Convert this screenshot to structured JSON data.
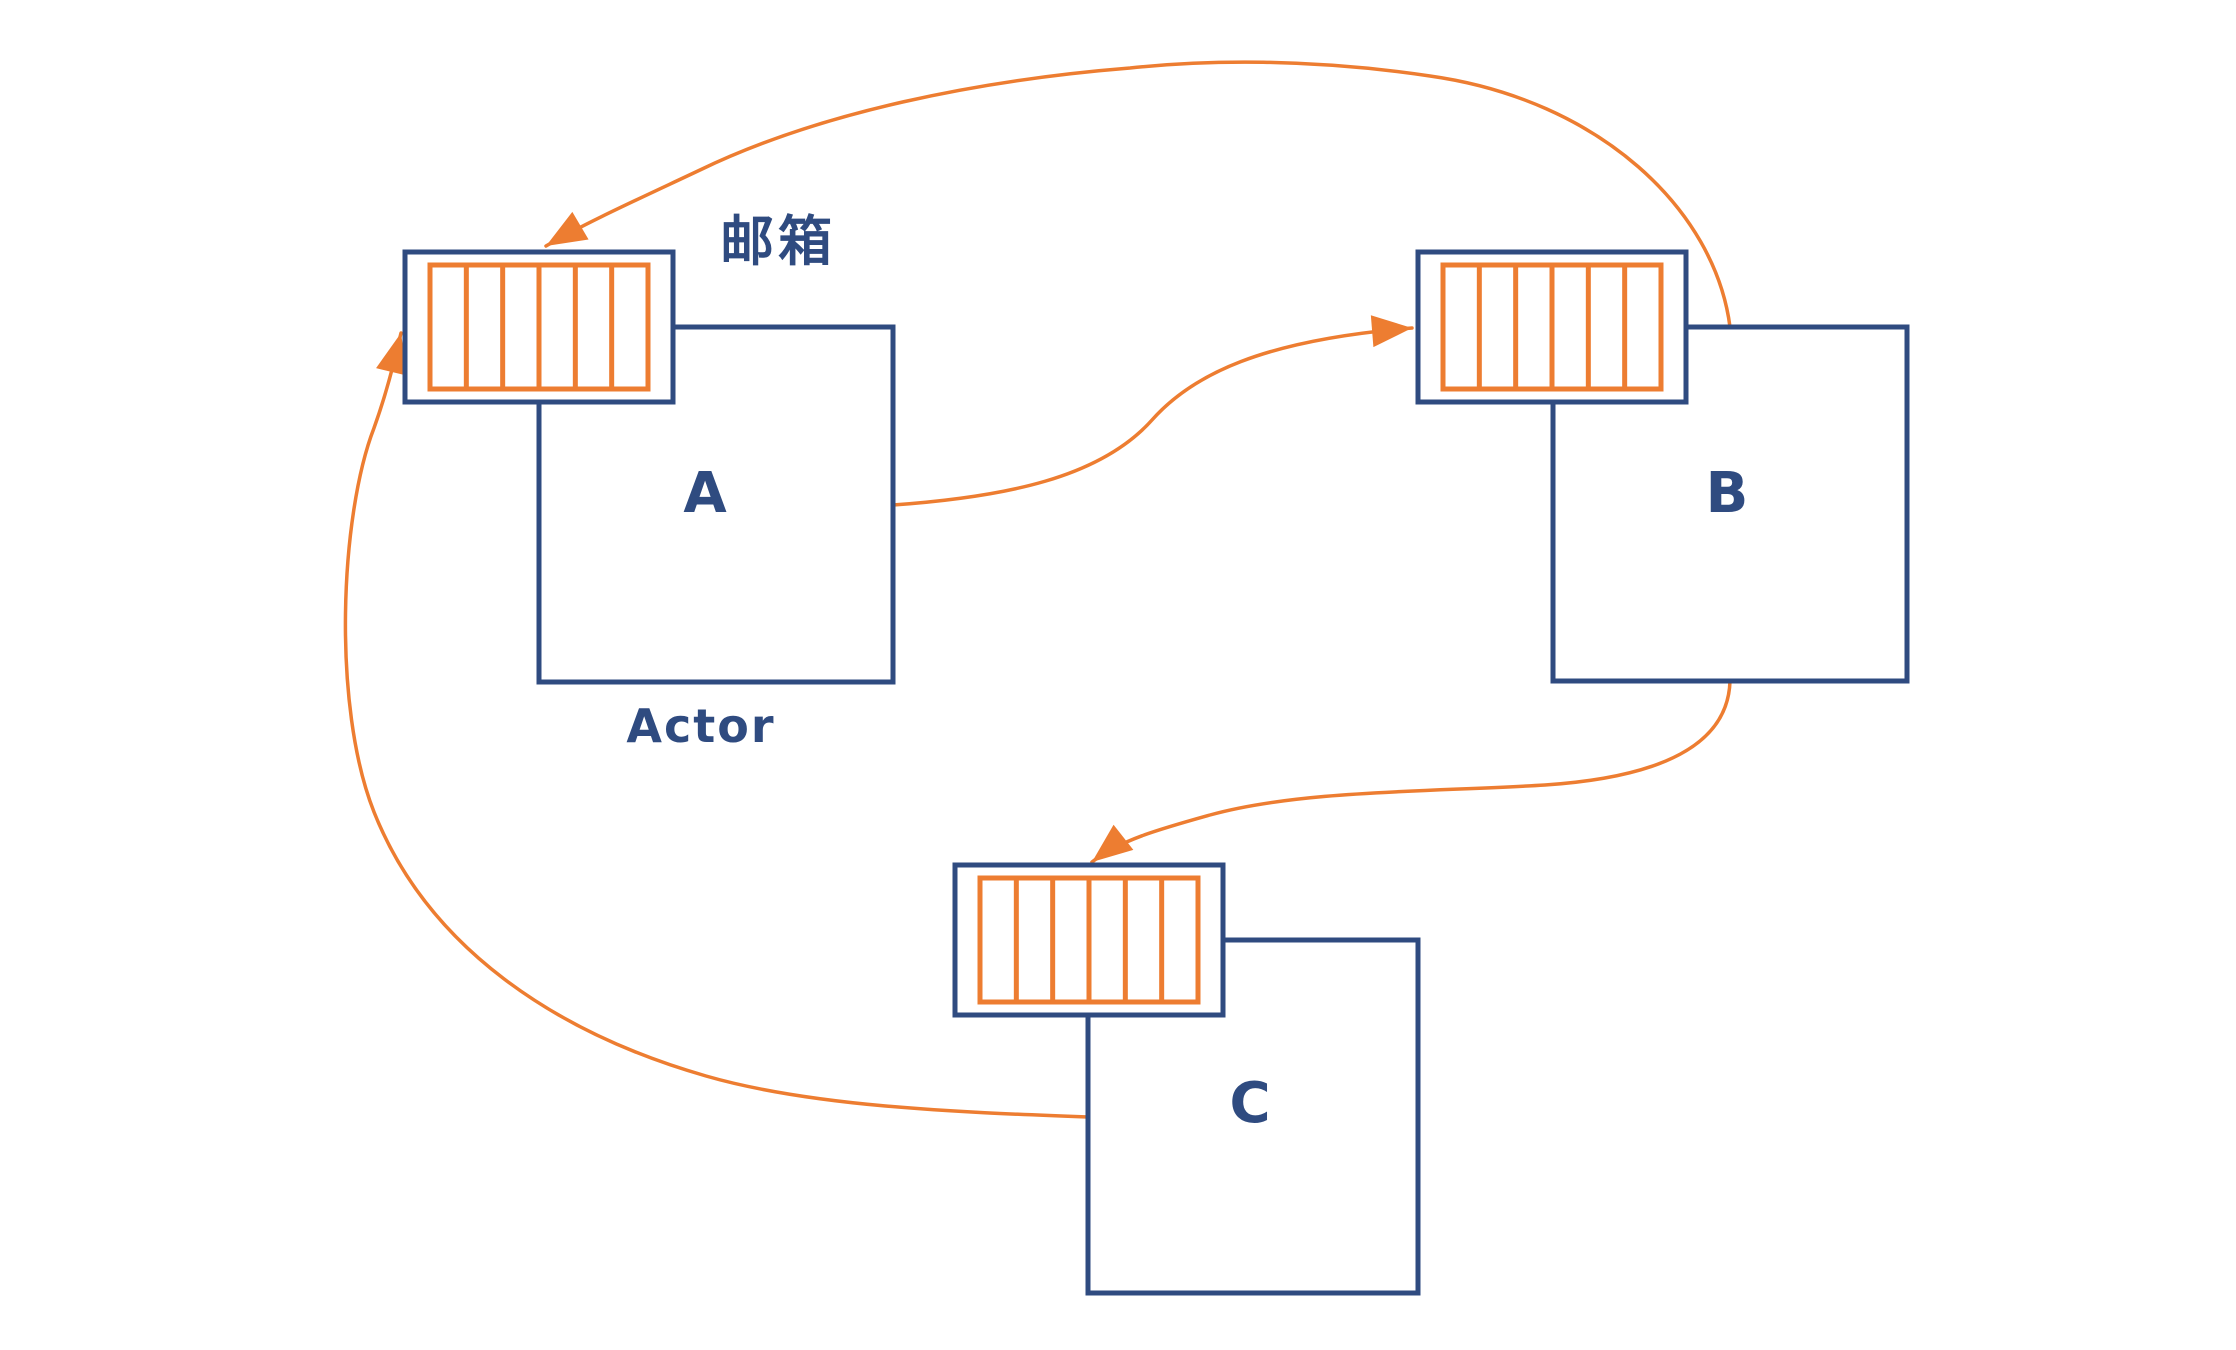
{
  "diagram": {
    "type": "actor-model-message-passing",
    "nodes": [
      {
        "id": "A",
        "label": "A",
        "has_mailbox": true
      },
      {
        "id": "B",
        "label": "B",
        "has_mailbox": true
      },
      {
        "id": "C",
        "label": "C",
        "has_mailbox": true
      }
    ],
    "annotations": {
      "mailbox_label": "邮箱",
      "actor_caption": "Actor"
    },
    "mailbox_slots": 6,
    "edges": [
      {
        "from": "A",
        "to": "B",
        "target": "mailbox"
      },
      {
        "from": "B",
        "to": "A",
        "target": "mailbox"
      },
      {
        "from": "B",
        "to": "C",
        "target": "mailbox"
      },
      {
        "from": "C",
        "to": "A",
        "target": "mailbox"
      }
    ],
    "colors": {
      "node_stroke": "#2f4b80",
      "message": "#ed7d31",
      "text": "#2f4b80",
      "background": "#ffffff"
    }
  }
}
